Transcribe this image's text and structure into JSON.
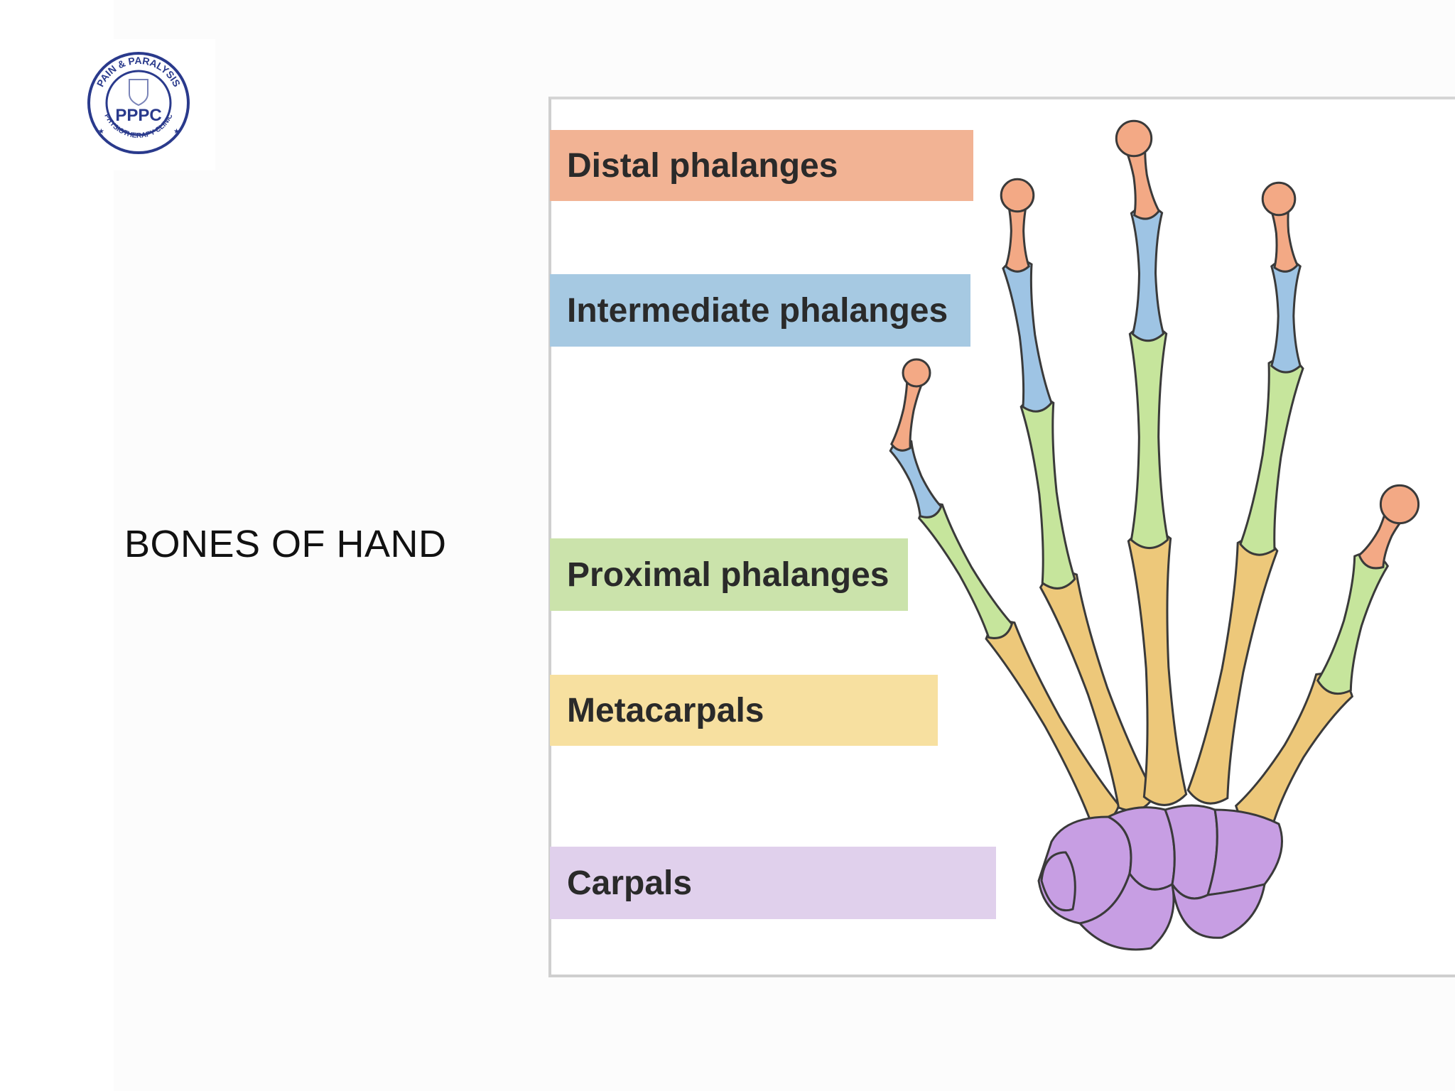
{
  "slide": {
    "title": "BONES OF HAND"
  },
  "logo": {
    "monogram": "PPPC",
    "ring_text_top": "PAIN & PARALYSIS",
    "ring_text_bottom": "PHYSIOTHERAPY CLINIC",
    "color": "#2a3a8c"
  },
  "diagram": {
    "labels": {
      "distal": "Distal phalanges",
      "intermediate": "Intermediate phalanges",
      "proximal": "Proximal phalanges",
      "metacarpal": "Metacarpals",
      "carpal": "Carpals"
    },
    "colors": {
      "distal": "#f2b394",
      "intermediate": "#a6c9e2",
      "proximal": "#cbe3ab",
      "metacarpal": "#f7e0a0",
      "carpal": "#e0d0ec",
      "bone_distal": "#f3a985",
      "bone_intermediate": "#9ec4e4",
      "bone_proximal": "#c6e59c",
      "bone_metacarpal": "#edc87a",
      "bone_carpal": "#c79ee3",
      "outline": "#3a3a3a"
    }
  }
}
